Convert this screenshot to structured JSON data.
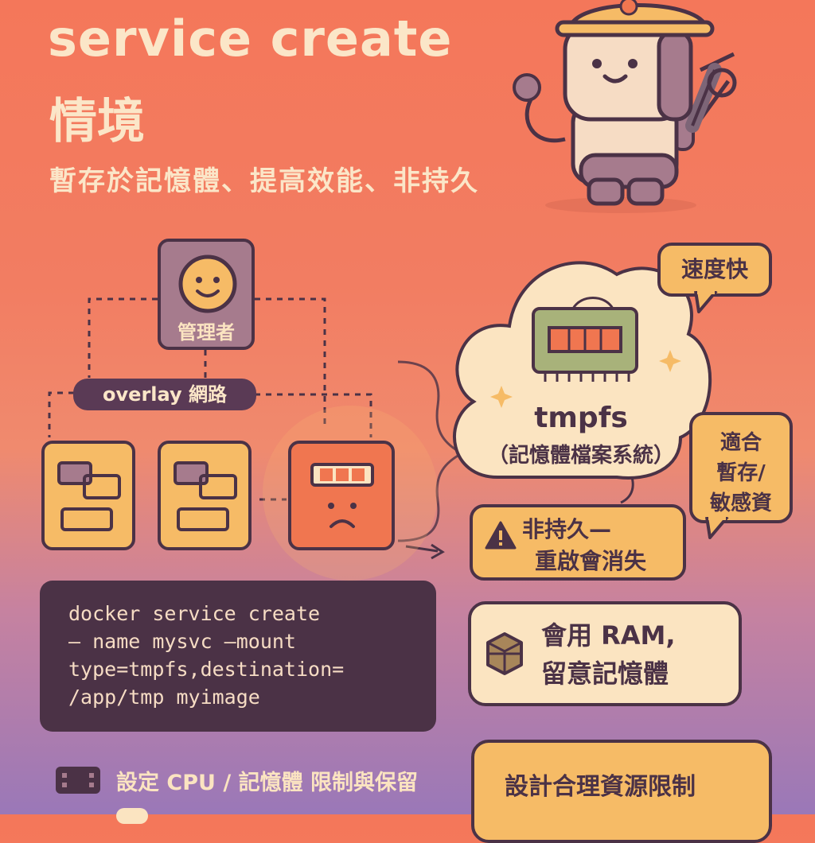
{
  "header": {
    "title": "service create",
    "title2": "情境",
    "subtitle": "暫存於記憶體、提高效能、非持久"
  },
  "manager": {
    "label": "管理者"
  },
  "network": {
    "label": "overlay 網路"
  },
  "tmpfs": {
    "title": "tmpfs",
    "subtitle": "（記憶體檔案系統）"
  },
  "bubbles": {
    "speed": "速度快",
    "suitable_line1": "適合",
    "suitable_line2": "暫存/",
    "suitable_line3": "敏感資"
  },
  "warning": {
    "line1": "非持久—",
    "line2": "重啟會消失"
  },
  "ram_card": {
    "line1": "會用 RAM,",
    "line2": "留意記憶體"
  },
  "code": {
    "line1": "docker service create",
    "line2": "— name mysvc —mount",
    "line3": "type=tmpfs,destination=",
    "line4": "/app/tmp myimage"
  },
  "footer": {
    "cpu_label": "設定 CPU / 記憶體 限制與保留",
    "design_line1": "設計合理資源限制"
  },
  "colors": {
    "accent": "#f6bb66",
    "dark": "#4b3246",
    "cream": "#fbe4c1",
    "error": "#f07650"
  }
}
